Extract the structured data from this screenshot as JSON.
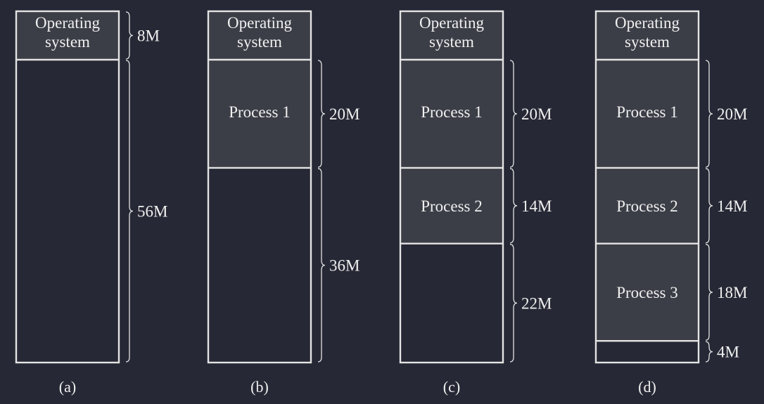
{
  "colors": {
    "background": "#262835",
    "filled_segment": "#3c3e47",
    "empty_segment": "#262835",
    "line": "#e4e4e4",
    "text": "#f0f0f0"
  },
  "diagrams": [
    {
      "caption": "(a)",
      "segments": [
        {
          "label": [
            "Operating",
            "system"
          ],
          "size": "8M",
          "mb": 8,
          "filled": true
        },
        {
          "label": [],
          "size": "56M",
          "mb": 56,
          "filled": false
        }
      ]
    },
    {
      "caption": "(b)",
      "segments": [
        {
          "label": [
            "Operating",
            "system"
          ],
          "size": "",
          "mb": 8,
          "filled": true
        },
        {
          "label": [
            "Process 1"
          ],
          "size": "20M",
          "mb": 20,
          "filled": true
        },
        {
          "label": [],
          "size": "36M",
          "mb": 36,
          "filled": false
        }
      ]
    },
    {
      "caption": "(c)",
      "segments": [
        {
          "label": [
            "Operating",
            "system"
          ],
          "size": "",
          "mb": 8,
          "filled": true
        },
        {
          "label": [
            "Process 1"
          ],
          "size": "20M",
          "mb": 20,
          "filled": true
        },
        {
          "label": [
            "Process 2"
          ],
          "size": "14M",
          "mb": 14,
          "filled": true
        },
        {
          "label": [],
          "size": "22M",
          "mb": 22,
          "filled": false
        }
      ]
    },
    {
      "caption": "(d)",
      "segments": [
        {
          "label": [
            "Operating",
            "system"
          ],
          "size": "",
          "mb": 8,
          "filled": true
        },
        {
          "label": [
            "Process 1"
          ],
          "size": "20M",
          "mb": 20,
          "filled": true
        },
        {
          "label": [
            "Process 2"
          ],
          "size": "14M",
          "mb": 14,
          "filled": true
        },
        {
          "label": [
            "Process 3"
          ],
          "size": "18M",
          "mb": 18,
          "filled": true
        },
        {
          "label": [],
          "size": "4M",
          "mb": 4,
          "filled": false
        }
      ]
    }
  ]
}
